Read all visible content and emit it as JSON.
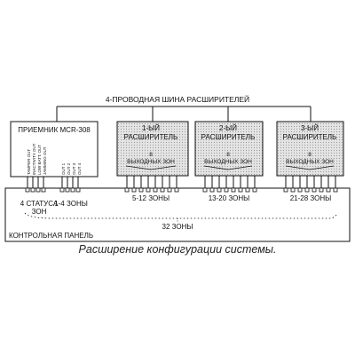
{
  "bus_label": "4-ПРОВОДНАЯ ШИНА РАСШИРИТЕЛЕЙ",
  "receiver": {
    "title": "ПРИЕМНИК MCR-308",
    "status_outputs": [
      "TAMPER OUT",
      "INACTIVITY OUT",
      "LOW BATT. OUT",
      "JAMMING OUT"
    ],
    "zone_outputs": [
      "OUT 1",
      "OUT 2",
      "OUT 3",
      "OUT 4"
    ]
  },
  "expanders": [
    {
      "title_line1": "1-ЫЙ",
      "title_line2": "РАСШИРИТЕЛЬ",
      "count": "8",
      "outputs": "ВЫХОДНЫХ ЗОН",
      "zones": "5-12 ЗОНЫ"
    },
    {
      "title_line1": "2-ЫЙ",
      "title_line2": "РАСШИРИТЕЛЬ",
      "count": "8",
      "outputs": "ВЫХОДНЫХ ЗОН",
      "zones": "13-20 ЗОНЫ"
    },
    {
      "title_line1": "3-ЫЙ",
      "title_line2": "РАСШИРИТЕЛЬ",
      "count": "8",
      "outputs": "ВЫХОДНЫХ ЗОН",
      "zones": "21-28 ЗОНЫ"
    }
  ],
  "labels": {
    "status_line1": "4 СТАТУСА",
    "status_line2": "ЗОН",
    "zones_1_4": "1-4 ЗОНЫ",
    "total_zones": "32 ЗОНЫ",
    "panel": "КОНТРОЛЬНАЯ ПАНЕЛЬ"
  },
  "caption": "Расширение конфигурации системы."
}
